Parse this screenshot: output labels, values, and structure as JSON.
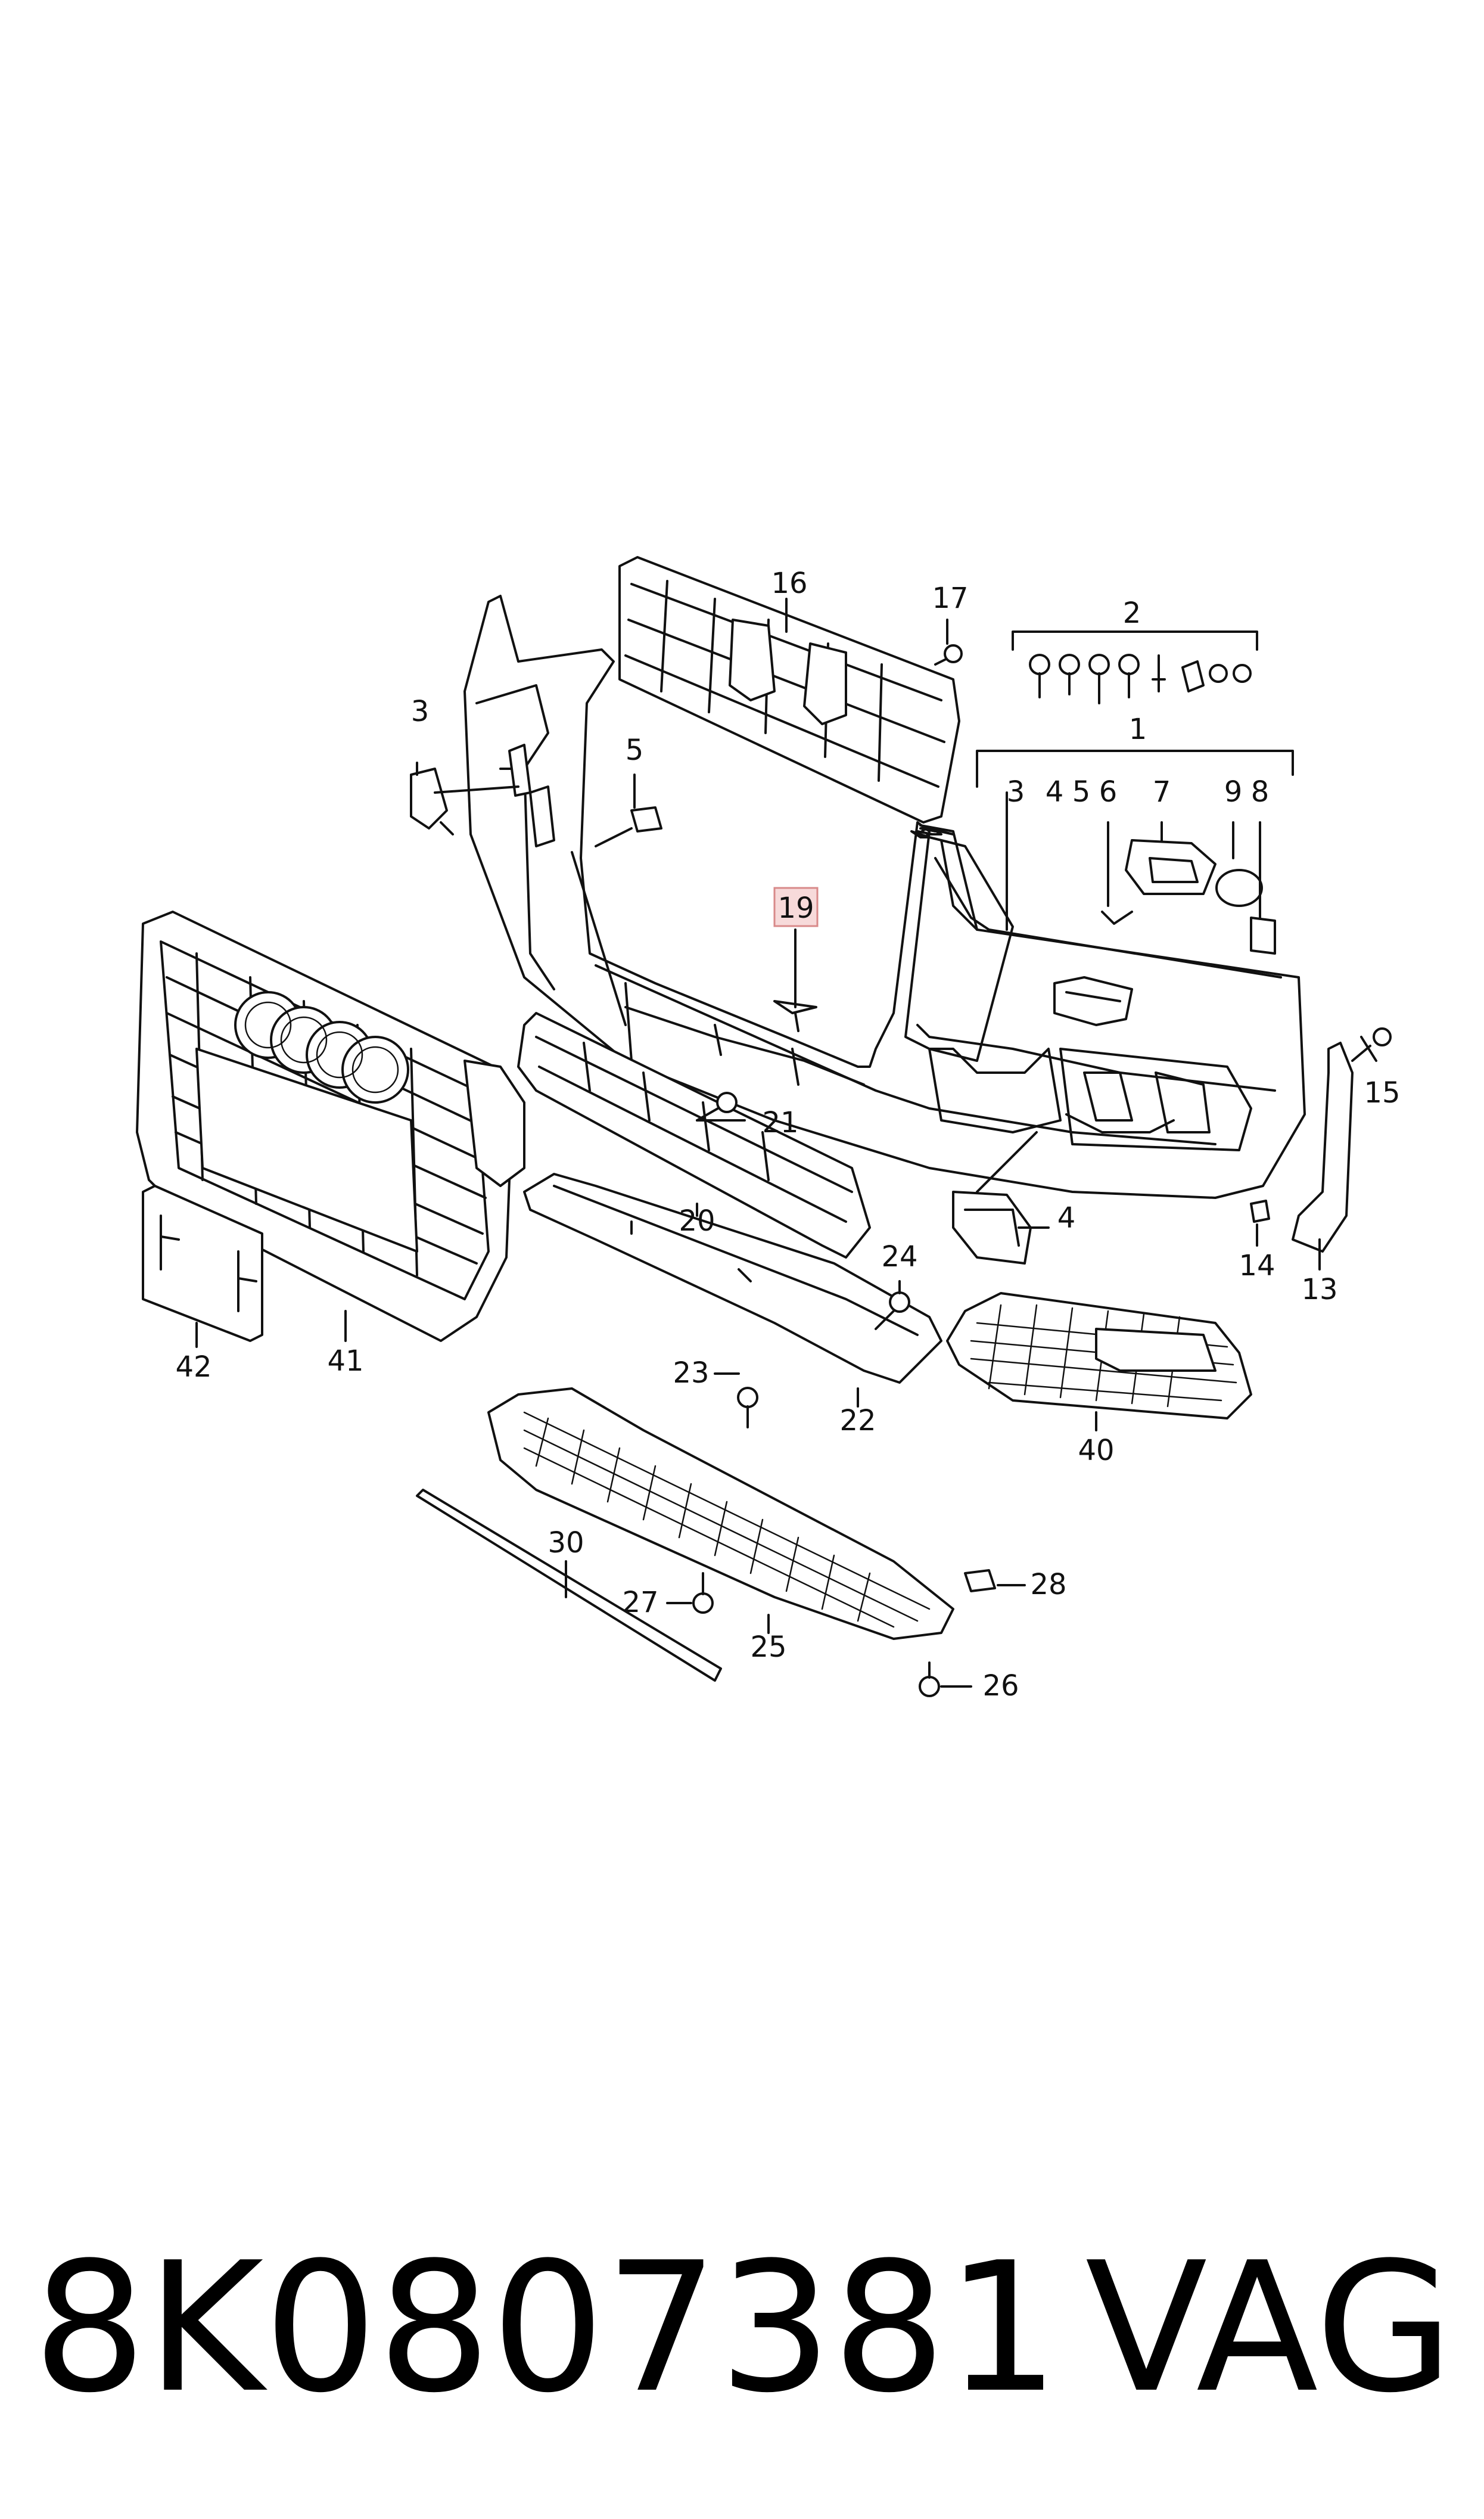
{
  "callouts": [
    {
      "id": "c1",
      "text": "1"
    },
    {
      "id": "c2",
      "text": "2"
    },
    {
      "id": "c3",
      "text": "3"
    },
    {
      "id": "c3b",
      "text": "3"
    },
    {
      "id": "c4",
      "text": "4"
    },
    {
      "id": "c4b",
      "text": "4"
    },
    {
      "id": "c5",
      "text": "5"
    },
    {
      "id": "c5b",
      "text": "5"
    },
    {
      "id": "c6",
      "text": "6"
    },
    {
      "id": "c7",
      "text": "7"
    },
    {
      "id": "c8",
      "text": "8"
    },
    {
      "id": "c9",
      "text": "9"
    },
    {
      "id": "c13",
      "text": "13"
    },
    {
      "id": "c14",
      "text": "14"
    },
    {
      "id": "c15",
      "text": "15"
    },
    {
      "id": "c16",
      "text": "16"
    },
    {
      "id": "c17",
      "text": "17"
    },
    {
      "id": "c19",
      "text": "19"
    },
    {
      "id": "c20",
      "text": "20"
    },
    {
      "id": "c21",
      "text": "21"
    },
    {
      "id": "c22",
      "text": "22"
    },
    {
      "id": "c23",
      "text": "23"
    },
    {
      "id": "c24",
      "text": "24"
    },
    {
      "id": "c25",
      "text": "25"
    },
    {
      "id": "c26",
      "text": "26"
    },
    {
      "id": "c27",
      "text": "27"
    },
    {
      "id": "c28",
      "text": "28"
    },
    {
      "id": "c30",
      "text": "30"
    },
    {
      "id": "c40",
      "text": "40"
    },
    {
      "id": "c41",
      "text": "41"
    },
    {
      "id": "c42",
      "text": "42"
    }
  ],
  "highlighted_callout": "19",
  "highlight_color": "#f7dada",
  "highlight_border": "#d88a8a",
  "part_number": "8K0807381",
  "brand": "VAG"
}
